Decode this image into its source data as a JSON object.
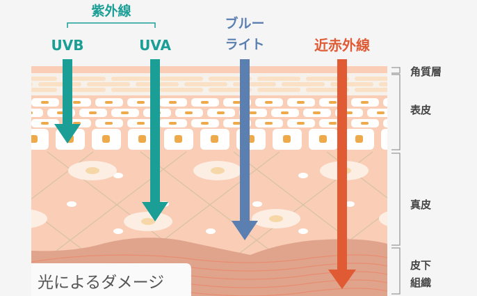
{
  "title": "光によるダメージ",
  "light_types": {
    "uv_group": "紫外線",
    "uvb": "UVB",
    "uva": "UVA",
    "blue_light_line1": "ブルー",
    "blue_light_line2": "ライト",
    "near_infrared": "近赤外線"
  },
  "layers": {
    "stratum_corneum": "角質層",
    "epidermis": "表皮",
    "dermis": "真皮",
    "subcutaneous_line1": "皮下",
    "subcutaneous_line2": "組織"
  },
  "colors": {
    "uv": "#1a9e96",
    "blue_light": "#5b7fb0",
    "near_infrared": "#e05a33",
    "skin": "#f9cdb6",
    "subcutaneous": "#e0a48c"
  }
}
